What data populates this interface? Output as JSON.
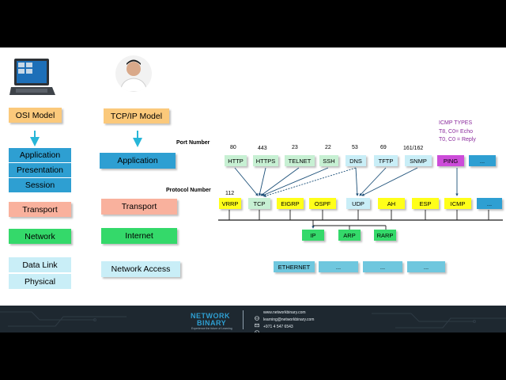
{
  "osi": {
    "title": "OSI Model",
    "layers": [
      "Application",
      "Presentation",
      "Session",
      "Transport",
      "Network",
      "Data Link",
      "Physical"
    ]
  },
  "tcpip": {
    "title": "TCP/IP Model",
    "layers": [
      "Application",
      "Transport",
      "Internet",
      "Network Access"
    ]
  },
  "labels": {
    "port_number": "Port Number",
    "protocol_number": "Protocol Number"
  },
  "ports": [
    {
      "name": "HTTP",
      "port": "80"
    },
    {
      "name": "HTTPS",
      "port": "443"
    },
    {
      "name": "TELNET",
      "port": "23"
    },
    {
      "name": "SSH",
      "port": "22"
    },
    {
      "name": "DNS",
      "port": "53"
    },
    {
      "name": "TFTP",
      "port": "69"
    },
    {
      "name": "SNMP",
      "port": "161/162"
    },
    {
      "name": "PING",
      "port": ""
    },
    {
      "name": "...",
      "port": ""
    }
  ],
  "protocols": [
    {
      "name": "VRRP",
      "number": "112"
    },
    {
      "name": "TCP",
      "number": ""
    },
    {
      "name": "EIGRP",
      "number": ""
    },
    {
      "name": "OSPF",
      "number": ""
    },
    {
      "name": "UDP",
      "number": ""
    },
    {
      "name": "AH",
      "number": ""
    },
    {
      "name": "ESP",
      "number": ""
    },
    {
      "name": "ICMP",
      "number": ""
    },
    {
      "name": "...",
      "number": ""
    }
  ],
  "internet_protocols": [
    "IP",
    "ARP",
    "RARP"
  ],
  "access_protocols": [
    "ETHERNET",
    "...",
    "...",
    "..."
  ],
  "icmp_types": {
    "title": "ICMP TYPES",
    "line1": "T8, C0= Echo",
    "line2": "T0, C0 = Reply"
  },
  "footer": {
    "brand_top": "NETWORK",
    "brand_bottom": "BINARY",
    "tagline": "Experience the future of Learning",
    "website": "www.networkbinary.com",
    "email": "learning@networkbinary.com",
    "phone": "+971 4 547 6543"
  },
  "colors": {
    "orange": "#fbc97b",
    "blue": "#2e9fd2",
    "salmon": "#f9b19d",
    "green": "#34d96a",
    "light_blue": "#c9eef7",
    "pale_green": "#c7f0d3",
    "yellow": "#ffff1a",
    "magenta": "#cc4cd9",
    "teal": "#6fc7de",
    "icmp_text": "#8a2a9c"
  }
}
